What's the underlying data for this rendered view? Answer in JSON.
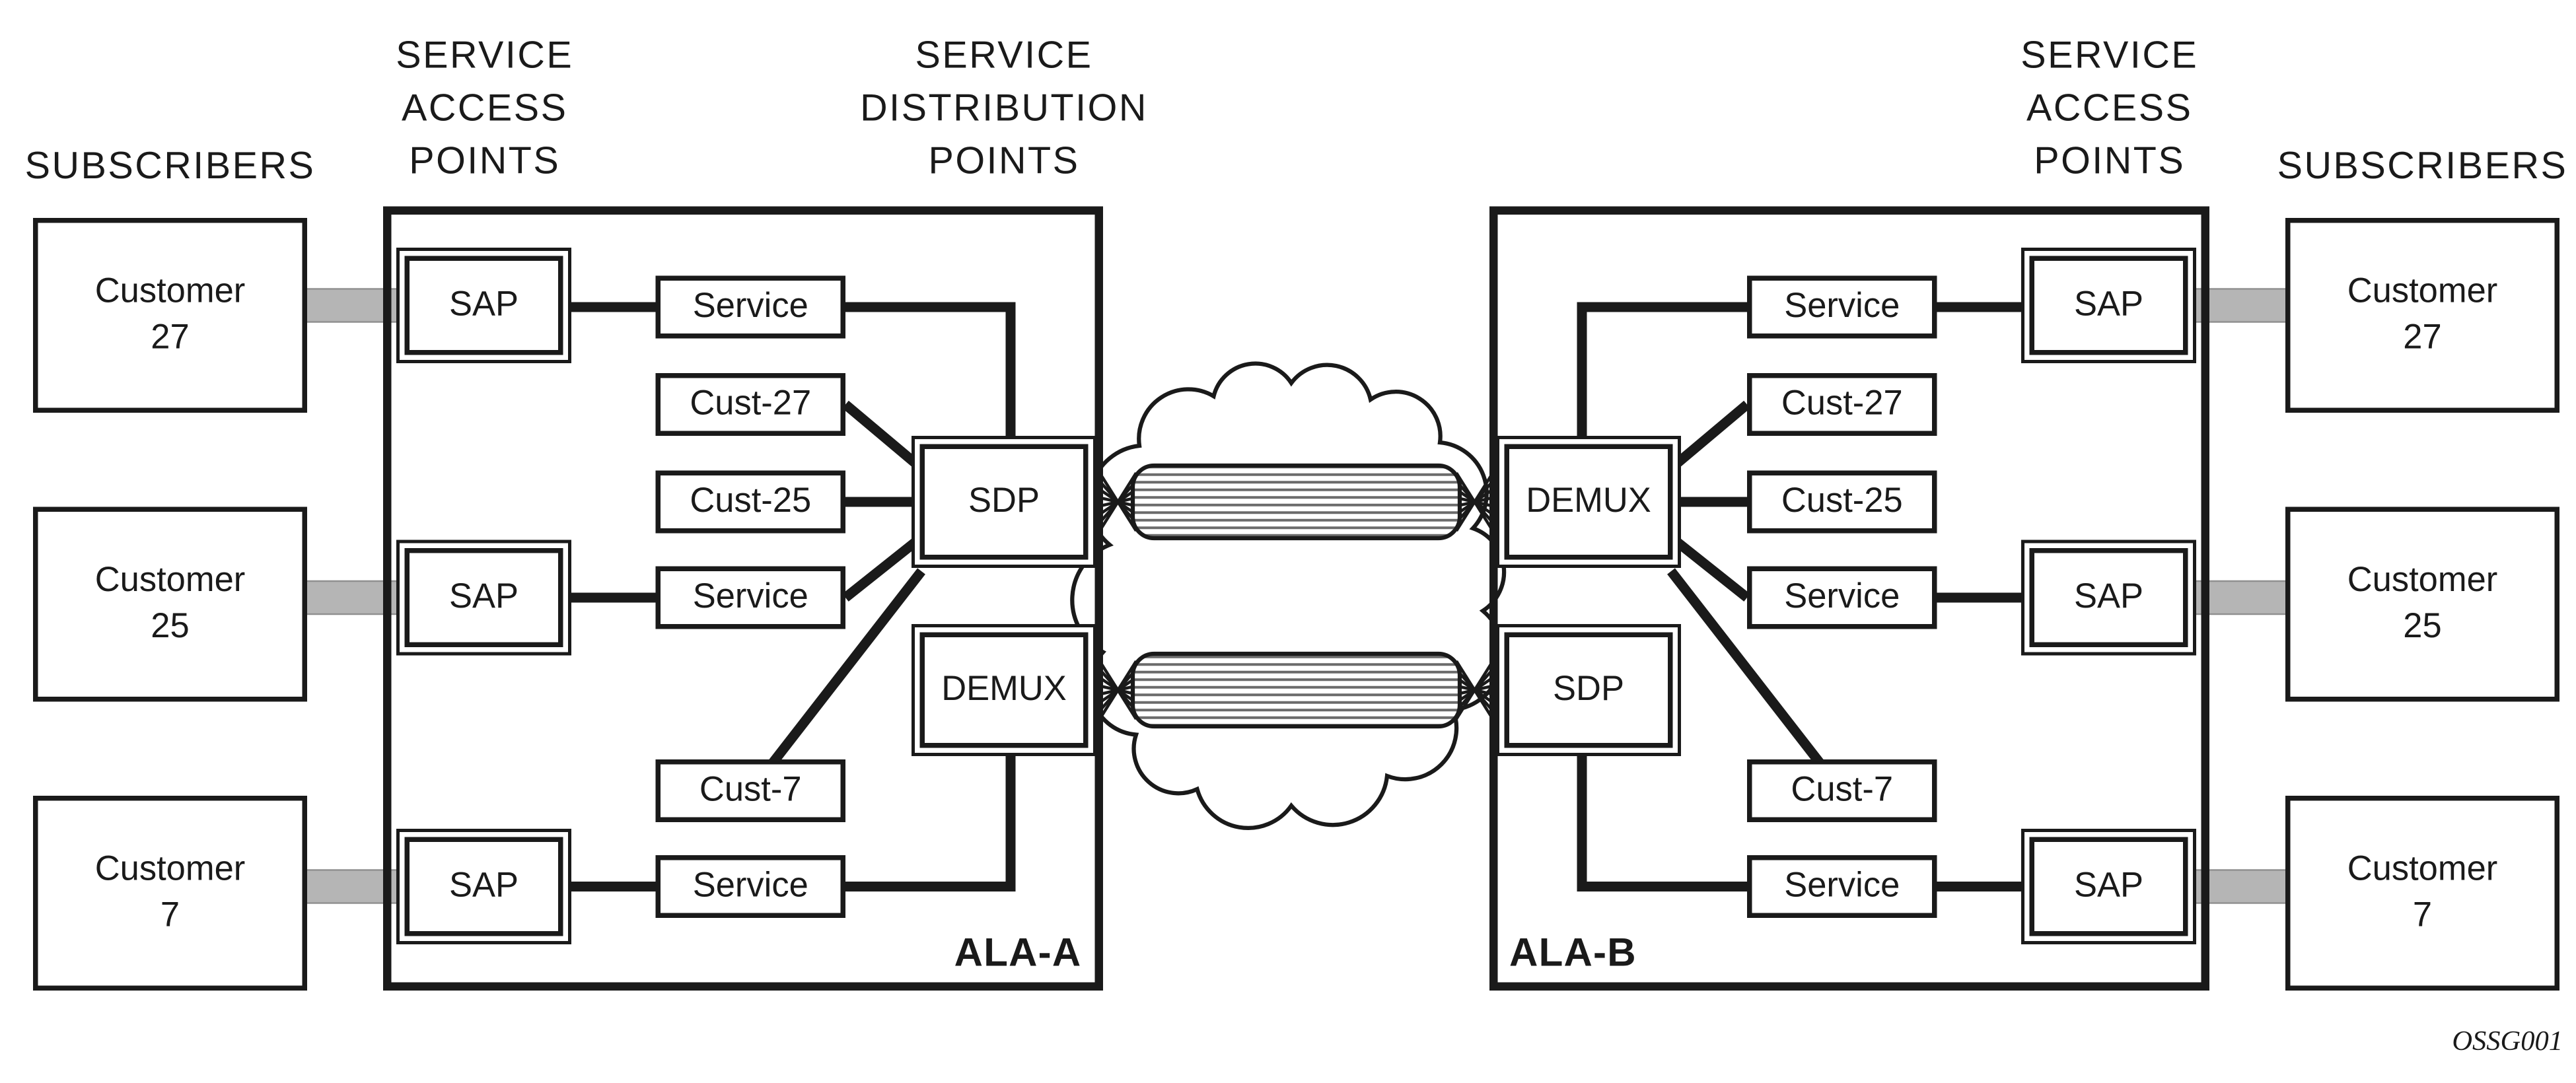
{
  "colors": {
    "line": "#1a1a1a",
    "box_border": "#1a1a1a",
    "subscriber_link_grey": "#b5b5b5",
    "background": "#ffffff"
  },
  "column_headers": {
    "subscribers_left": "SUBSCRIBERS",
    "service_access_points_left": "SERVICE\nACCESS\nPOINTS",
    "service_distribution_points": "SERVICE\nDISTRIBUTION\nPOINTS",
    "service_access_points_right": "SERVICE\nACCESS\nPOINTS",
    "subscribers_right": "SUBSCRIBERS"
  },
  "ala_a": {
    "router_label": "ALA-A",
    "subscribers": [
      "Customer\n27",
      "Customer\n25",
      "Customer\n7"
    ],
    "sap_labels": [
      "SAP",
      "SAP",
      "SAP"
    ],
    "service_boxes": [
      "Service",
      "Cust-27",
      "Cust-25",
      "Service",
      "Cust-7",
      "Service"
    ],
    "sdp_label": "SDP",
    "demux_label": "DEMUX"
  },
  "ala_b": {
    "router_label": "ALA-B",
    "subscribers": [
      "Customer\n27",
      "Customer\n25",
      "Customer\n7"
    ],
    "sap_labels": [
      "SAP",
      "SAP",
      "SAP"
    ],
    "service_boxes": [
      "Service",
      "Cust-27",
      "Cust-25",
      "Service",
      "Cust-7",
      "Service"
    ],
    "demux_label": "DEMUX",
    "sdp_label": "SDP"
  },
  "figure_code": "OSSG001"
}
